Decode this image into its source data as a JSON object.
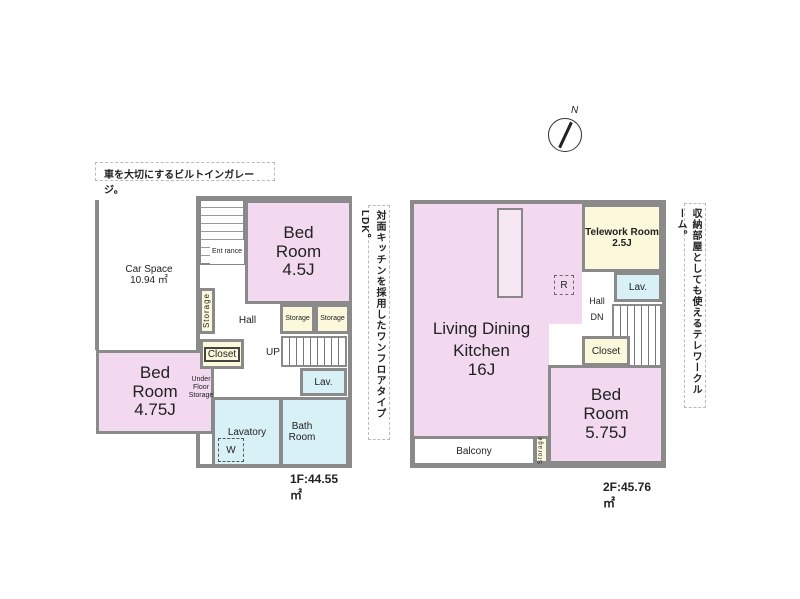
{
  "compass": {
    "label": "N"
  },
  "callouts": {
    "garage": "車を大切にするビルトインガレージ。",
    "ldk": "対面キッチンを採用したワンフロアタイプLDK。",
    "telework": "収納部屋としても使えるテレワークルーム。"
  },
  "floor1": {
    "area_label": "1F:44.55㎡",
    "car_space": {
      "name": "Car Space",
      "area": "10.94 ㎡"
    },
    "entrance": "Ent rance",
    "bed_a": {
      "name": "Bed Room",
      "size": "4.5J"
    },
    "bed_b": {
      "name": "Bed Room",
      "size": "4.75J"
    },
    "hall": "Hall",
    "storage_side": "Storage",
    "storage_1": "Storage",
    "storage_2": "Storage",
    "closet": "Closet",
    "under_floor": "Under Floor Storage",
    "up": "UP",
    "lav": "Lav.",
    "lavatory": "Lavatory",
    "washer": "W",
    "bath": "Bath Room"
  },
  "floor2": {
    "area_label": "2F:45.76㎡",
    "ldk": {
      "name": "Living Dining Kitchen",
      "size": "16J"
    },
    "telework": {
      "name": "Telework Room",
      "size": "2.5J"
    },
    "lav": "Lav.",
    "hall": "Hall",
    "dn": "DN",
    "fridge": "R",
    "closet": "Closet",
    "bed": {
      "name": "Bed Room",
      "size": "5.75J"
    },
    "balcony": "Balcony",
    "storage": "Storage"
  }
}
